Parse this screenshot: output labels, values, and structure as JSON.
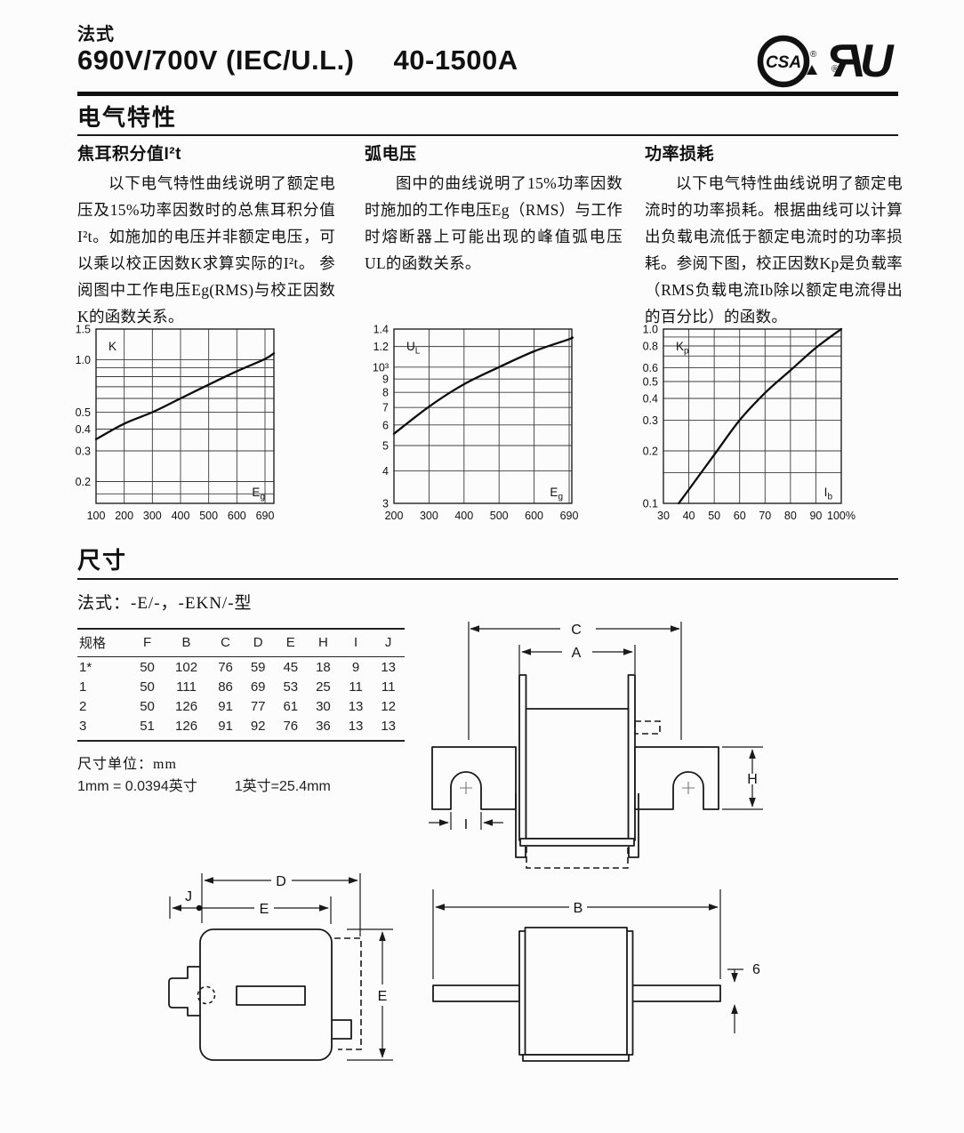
{
  "header": {
    "series_label": "法式",
    "title_voltage": "690V/700V (IEC/U.L.)",
    "title_current": "40-1500A",
    "logos": {
      "csa_text": "CSA",
      "ul_u": "U",
      "ul_r": "R",
      "registered_mark": "®"
    }
  },
  "electrical": {
    "section_title": "电气特性",
    "columns": [
      {
        "heading": "焦耳积分值I²t",
        "body": "以下电气特性曲线说明了额定电压及15%功率因数时的总焦耳积分值I²t。如施加的电压并非额定电压，可以乘以校正因数K求算实际的I²t。 参阅图中工作电压Eg(RMS)与校正因数K的函数关系。"
      },
      {
        "heading": "弧电压",
        "body": "图中的曲线说明了15%功率因数时施加的工作电压Eg（RMS）与工作时熔断器上可能出现的峰值弧电压UL的函数关系。"
      },
      {
        "heading": "功率损耗",
        "body": "以下电气特性曲线说明了额定电流时的功率损耗。根据曲线可以计算出负载电流低于额定电流时的功率损耗。参阅下图，校正因数Kp是负载率（RMS负载电流Ib除以额定电流得出的百分比）的函数。"
      }
    ]
  },
  "chart_data": [
    {
      "type": "line",
      "title": "校正因数K与工作电压Eg关系曲线",
      "xlabel": "Eg",
      "ylabel": "K",
      "x_scale": "even-ticks",
      "y_scale": "log",
      "x_ticks": [
        100,
        200,
        300,
        400,
        500,
        600,
        690
      ],
      "x_tick_labels": [
        "100",
        "200",
        "300",
        "400",
        "500",
        "600",
        "690"
      ],
      "x_last_tick_frac": 0.95,
      "ylim": [
        0.15,
        1.5
      ],
      "y_gridlines": [
        0.17,
        0.2,
        0.3,
        0.4,
        0.5,
        0.6,
        0.7,
        0.8,
        0.9,
        1.0
      ],
      "y_labels": [
        {
          "v": 1.5,
          "t": "1.5"
        },
        {
          "v": 1.0,
          "t": "1.0"
        },
        {
          "v": 0.5,
          "t": "0.5"
        },
        {
          "v": 0.4,
          "t": "0.4"
        },
        {
          "v": 0.3,
          "t": "0.3"
        },
        {
          "v": 0.2,
          "t": "0.2"
        }
      ],
      "corner_tl": {
        "t": "K",
        "sub": ""
      },
      "corner_br": {
        "t": "E",
        "sub": "g"
      },
      "series": [
        {
          "name": "K",
          "x": [
            100,
            200,
            300,
            400,
            500,
            600,
            690,
            760
          ],
          "y": [
            0.35,
            0.43,
            0.5,
            0.6,
            0.72,
            0.86,
            1.01,
            1.09
          ]
        }
      ]
    },
    {
      "type": "line",
      "title": "峰值弧电压UL与工作电压Eg关系曲线",
      "xlabel": "Eg",
      "ylabel": "UL",
      "x_scale": "even-ticks",
      "y_scale": "log",
      "x_ticks": [
        200,
        300,
        400,
        500,
        600,
        690
      ],
      "x_tick_labels": [
        "200",
        "300",
        "400",
        "500",
        "600",
        "690"
      ],
      "x_last_tick_frac": 0.985,
      "ylim": [
        300,
        1400
      ],
      "y_gridlines": [
        400,
        500,
        600,
        700,
        800,
        900,
        1000,
        1200
      ],
      "y_labels": [
        {
          "v": 1400,
          "t": "1.4"
        },
        {
          "v": 1200,
          "t": "1.2"
        },
        {
          "v": 1000,
          "t": "10³"
        },
        {
          "v": 900,
          "t": "9"
        },
        {
          "v": 800,
          "t": "8"
        },
        {
          "v": 700,
          "t": "7"
        },
        {
          "v": 600,
          "t": "6"
        },
        {
          "v": 500,
          "t": "5"
        },
        {
          "v": 400,
          "t": "4"
        },
        {
          "v": 300,
          "t": "3"
        }
      ],
      "corner_tl": {
        "t": "U",
        "sub": "L"
      },
      "corner_br": {
        "t": "E",
        "sub": "g"
      },
      "series": [
        {
          "name": "UL",
          "x": [
            200,
            300,
            400,
            500,
            600,
            690,
            705
          ],
          "y": [
            555,
            705,
            860,
            1000,
            1150,
            1280,
            1300
          ]
        }
      ]
    },
    {
      "type": "line",
      "title": "功率校正因数Kp与负载率Ib关系曲线",
      "xlabel": "Ib",
      "ylabel": "Kp",
      "x_scale": "even-ticks",
      "y_scale": "log",
      "x_ticks": [
        30,
        40,
        50,
        60,
        70,
        80,
        90,
        100
      ],
      "x_tick_labels": [
        "30",
        "40",
        "50",
        "60",
        "70",
        "80",
        "90",
        "100%"
      ],
      "x_last_tick_frac": 1.0,
      "ylim": [
        0.1,
        1.0
      ],
      "y_gridlines": [
        0.15,
        0.2,
        0.3,
        0.4,
        0.5,
        0.6,
        0.7,
        0.8,
        0.9
      ],
      "y_labels": [
        {
          "v": 1.0,
          "t": "1.0"
        },
        {
          "v": 0.8,
          "t": "0.8"
        },
        {
          "v": 0.6,
          "t": "0.6"
        },
        {
          "v": 0.5,
          "t": "0.5"
        },
        {
          "v": 0.4,
          "t": "0.4"
        },
        {
          "v": 0.3,
          "t": "0.3"
        },
        {
          "v": 0.2,
          "t": "0.2"
        },
        {
          "v": 0.1,
          "t": "0.1"
        }
      ],
      "corner_tl": {
        "t": "K",
        "sub": "p"
      },
      "corner_br": {
        "t": "I",
        "sub": "b"
      },
      "series": [
        {
          "name": "Kp",
          "x": [
            36,
            40,
            50,
            60,
            70,
            80,
            90,
            100
          ],
          "y": [
            0.1,
            0.12,
            0.19,
            0.3,
            0.43,
            0.58,
            0.78,
            1.0
          ]
        }
      ]
    }
  ],
  "dimensions": {
    "section_title": "尺寸",
    "type_line": "法式：-E/-，-EKN/-型",
    "table": {
      "headers": [
        "规格",
        "F",
        "B",
        "C",
        "D",
        "E",
        "H",
        "I",
        "J"
      ],
      "rows": [
        [
          "1*",
          "50",
          "102",
          "76",
          "59",
          "45",
          "18",
          "9",
          "13"
        ],
        [
          "1",
          "50",
          "111",
          "86",
          "69",
          "53",
          "25",
          "11",
          "11"
        ],
        [
          "2",
          "50",
          "126",
          "91",
          "77",
          "61",
          "30",
          "13",
          "12"
        ],
        [
          "3",
          "51",
          "126",
          "91",
          "92",
          "76",
          "36",
          "13",
          "13"
        ]
      ]
    },
    "unit_note": "尺寸单位：mm",
    "conversion_note_1": "1mm = 0.0394英寸",
    "conversion_note_2": "1英寸=25.4mm",
    "drawing_labels": {
      "c": "C",
      "a": "A",
      "h": "H",
      "i": "I",
      "d": "D",
      "j": "J",
      "e": "E",
      "e2": "E",
      "b": "B",
      "six": "6"
    }
  }
}
